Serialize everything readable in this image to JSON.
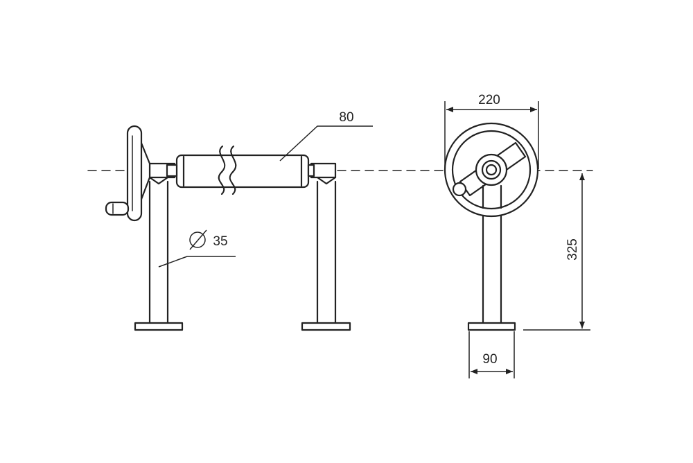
{
  "drawing": {
    "labels": {
      "roller_diameter": "80",
      "post_diameter": "35",
      "wheel_width": "220",
      "height": "325",
      "base_width": "90"
    },
    "colors": {
      "line": "#222222",
      "background": "#ffffff"
    }
  }
}
